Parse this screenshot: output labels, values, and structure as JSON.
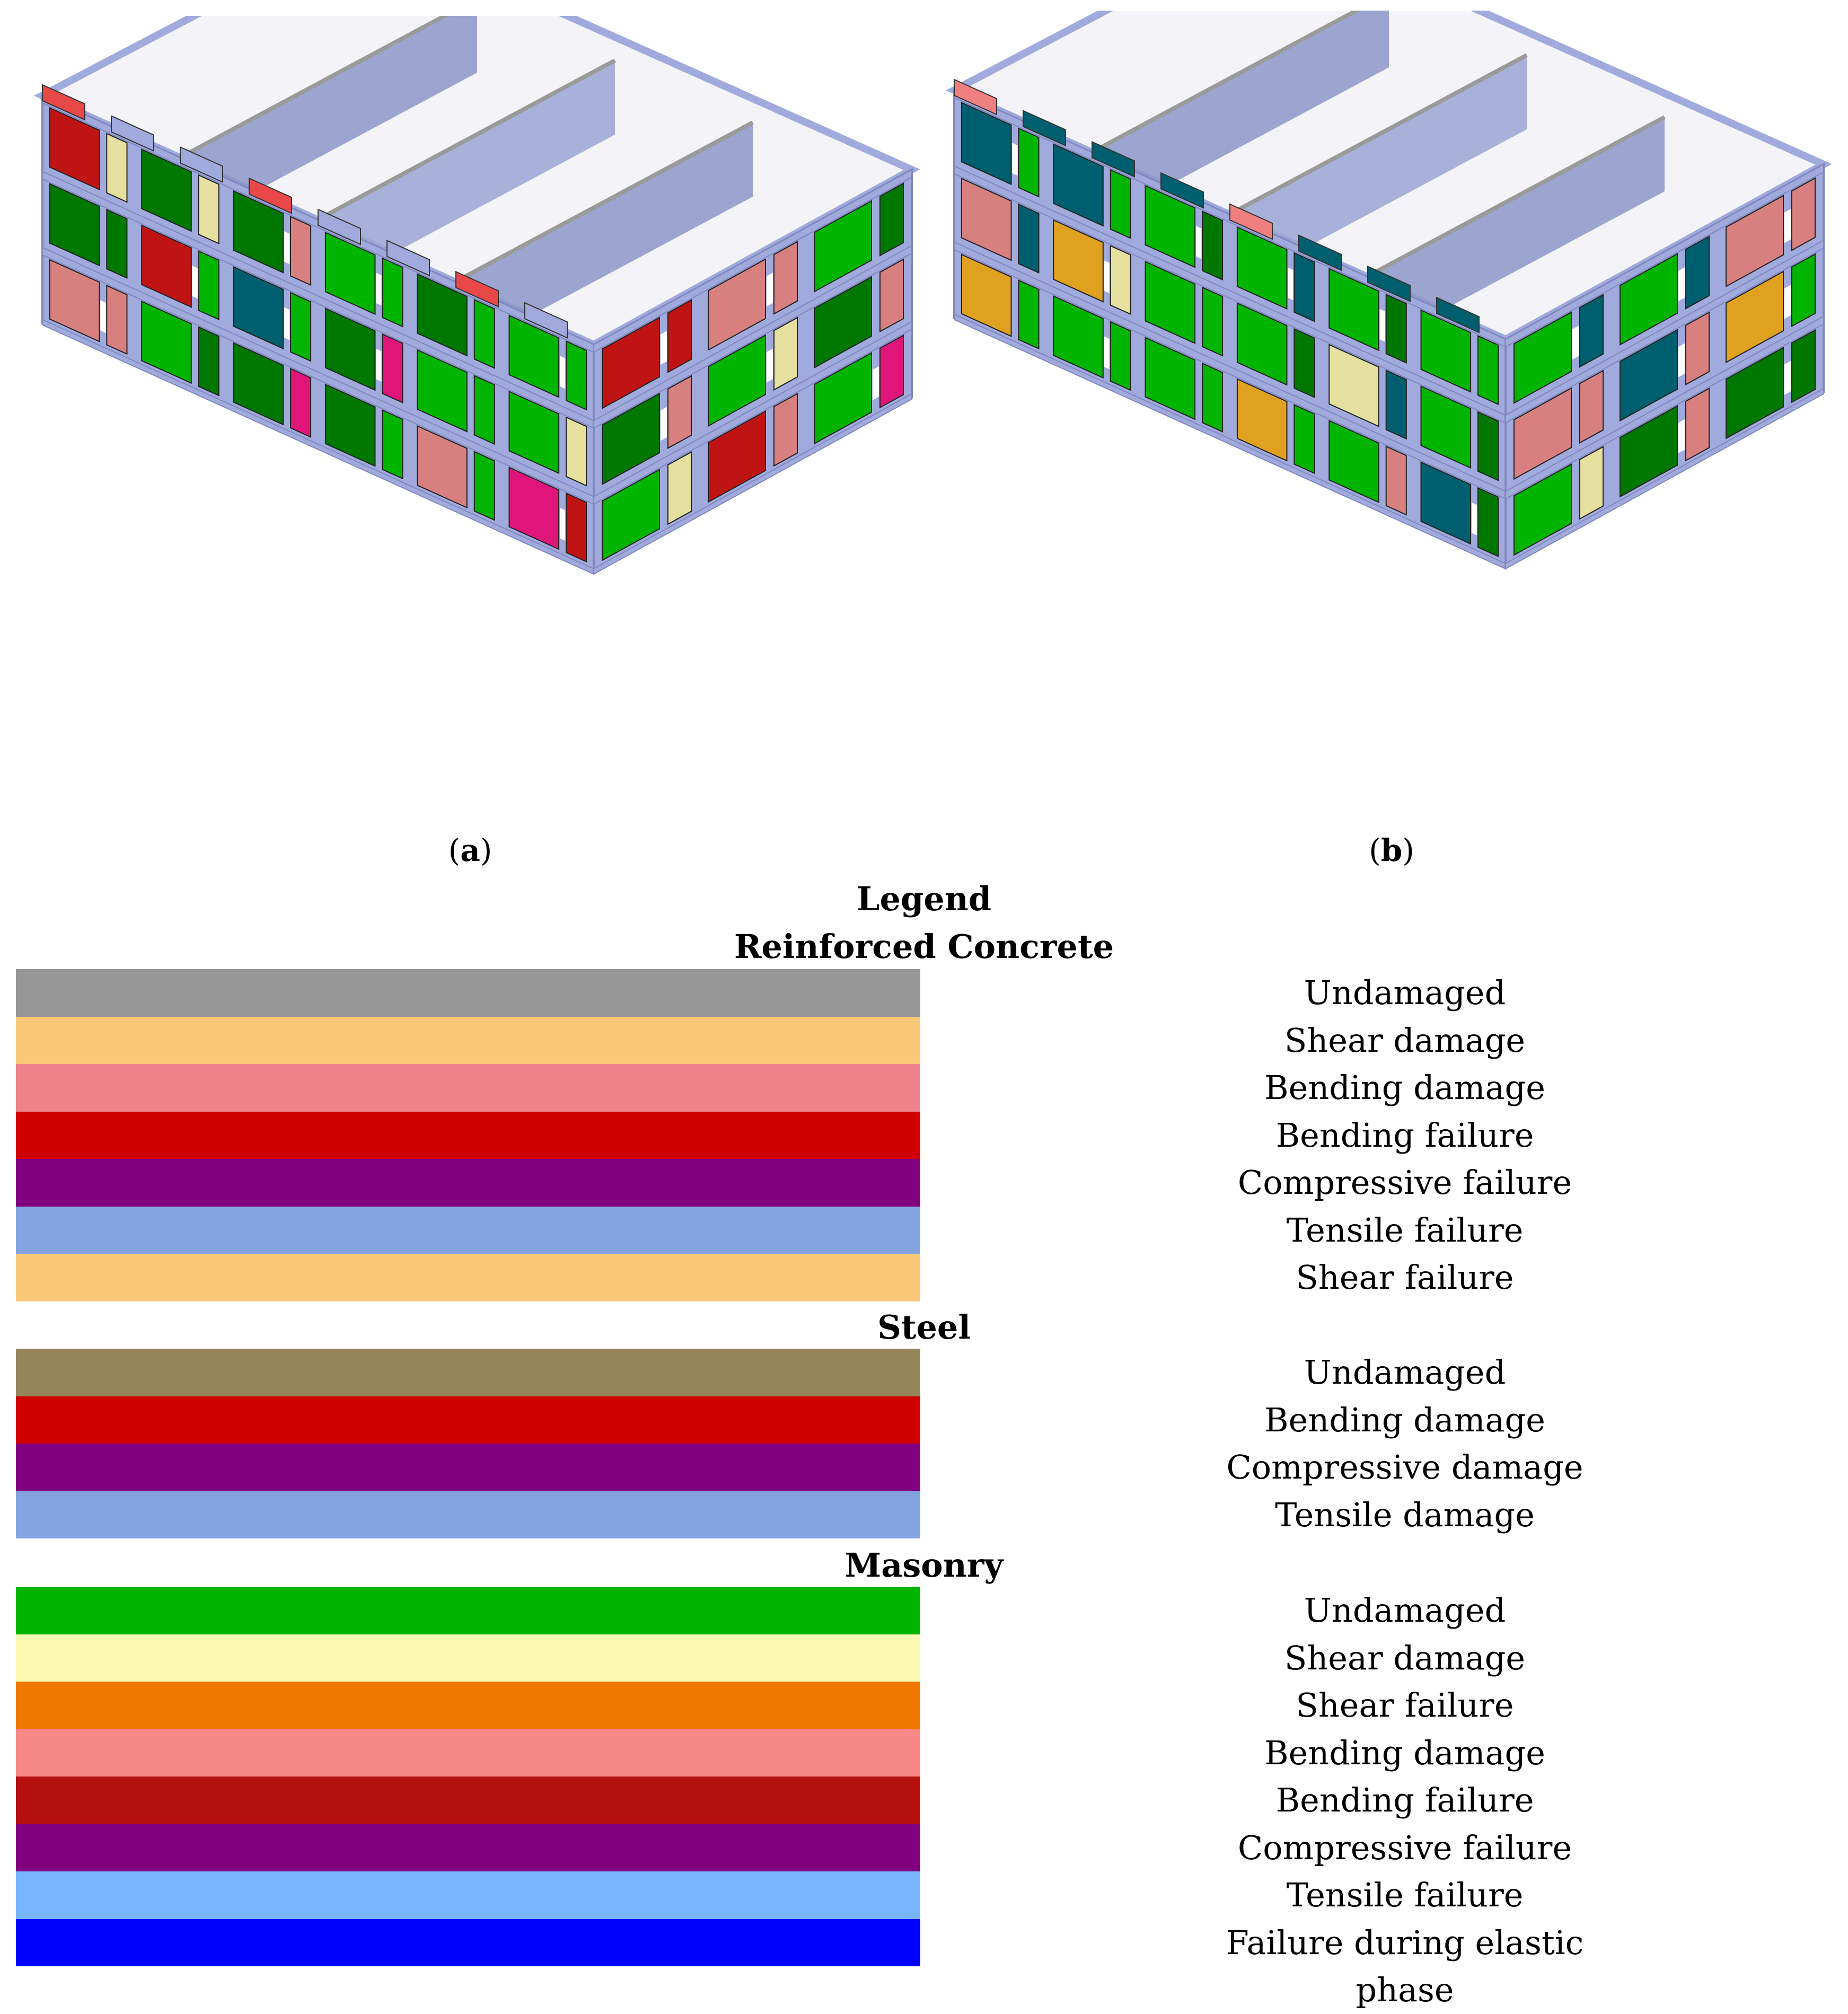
{
  "panels": [
    {
      "label_open": "(",
      "label_letter": "a",
      "label_close": ")"
    },
    {
      "label_open": "(",
      "label_letter": "b",
      "label_close": ")"
    }
  ],
  "legend": {
    "title": "Legend",
    "groups": [
      {
        "heading": "Reinforced Concrete",
        "items": [
          {
            "label": "Undamaged",
            "color": "#969696"
          },
          {
            "label": "Shear damage",
            "color": "#f8c878"
          },
          {
            "label": "Bending damage",
            "color": "#f0808a"
          },
          {
            "label": "Bending failure",
            "color": "#d00000"
          },
          {
            "label": "Compressive failure",
            "color": "#800080"
          },
          {
            "label": "Tensile failure",
            "color": "#84a4e0"
          },
          {
            "label": "Shear failure",
            "color": "#f8c878"
          }
        ]
      },
      {
        "heading": "Steel",
        "items": [
          {
            "label": "Undamaged",
            "color": "#94865a"
          },
          {
            "label": "Bending damage",
            "color": "#d00000"
          },
          {
            "label": "Compressive damage",
            "color": "#800080"
          },
          {
            "label": "Tensile damage",
            "color": "#84a4e0"
          }
        ]
      },
      {
        "heading": "Masonry",
        "items": [
          {
            "label": "Undamaged",
            "color": "#00b400"
          },
          {
            "label": "Shear damage",
            "color": "#f8f8b0"
          },
          {
            "label": "Shear failure",
            "color": "#f07800"
          },
          {
            "label": "Bending damage",
            "color": "#f88888"
          },
          {
            "label": "Bending failure",
            "color": "#b41010"
          },
          {
            "label": "Compressive failure",
            "color": "#800080"
          },
          {
            "label": "Tensile failure",
            "color": "#78b4ff"
          },
          {
            "label": "Failure during elastic phase",
            "color": "#0000ff"
          }
        ]
      }
    ]
  }
}
